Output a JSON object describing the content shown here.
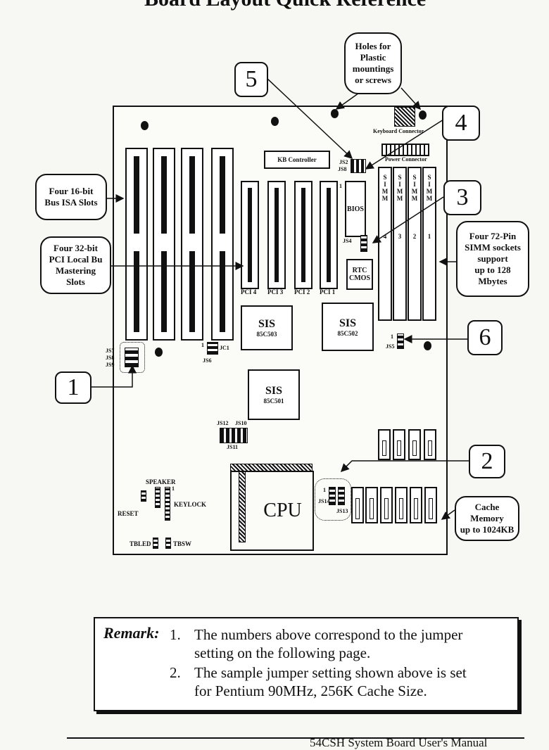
{
  "title": "Board Layout Quick Reference",
  "callouts": {
    "c1": "1",
    "c2": "2",
    "c3": "3",
    "c4": "4",
    "c5": "5",
    "c6": "6"
  },
  "bubbles": {
    "holes": [
      "Holes for",
      "Plastic",
      "mountings",
      "or screws"
    ],
    "isa": [
      "Four 16-bit",
      "Bus ISA Slots"
    ],
    "pci": [
      "Four 32-bit",
      "PCI Local Bu",
      "Mastering",
      "Slots"
    ],
    "simm": [
      "Four 72-Pin",
      "SIMM sockets",
      "support",
      "up to 128",
      "Mbytes"
    ],
    "cache": [
      "Cache",
      "Memory",
      "up to 1024KB"
    ]
  },
  "board": {
    "keyboard_connector": "Keyboard Connector",
    "power_connector": "Power Connector",
    "kb_controller": "KB Controller",
    "bios": "BIOS",
    "rtc_cmos": [
      "RTC",
      "CMOS"
    ],
    "pci_slots": [
      "PCI 4",
      "PCI 3",
      "PCI 2",
      "PCI 1"
    ],
    "simm_letters": [
      "S",
      "I",
      "M",
      "M"
    ],
    "simm_numbers": [
      "4",
      "3",
      "2",
      "1"
    ],
    "sis_503": [
      "SIS",
      "85C503"
    ],
    "sis_502": [
      "SIS",
      "85C502"
    ],
    "sis_501": [
      "SIS",
      "85C501"
    ],
    "cpu": "CPU",
    "jumpers": {
      "js2": "JS2",
      "js8": "JS8",
      "js4": "JS4",
      "js5": "JS5",
      "js7": "JS7",
      "js8b": "JS8",
      "js9": "JS9",
      "jc1": "JC1",
      "js6": "JS6",
      "js12": "JS12",
      "js10": "JS10",
      "js11": "JS11",
      "js14": "JS14",
      "js13": "JS13",
      "pin1": "1"
    },
    "speaker": "SPEAKER",
    "reset": "RESET",
    "keylock": "KEYLOCK",
    "tbled": "TBLED",
    "tbsw": "TBSW"
  },
  "remark": {
    "heading": "Remark:",
    "items": [
      {
        "num": "1.",
        "lines": [
          "The numbers above correspond to the jumper",
          "setting on the following page."
        ]
      },
      {
        "num": "2.",
        "lines": [
          "The sample jumper setting shown above is set",
          "for Pentium 90MHz, 256K Cache Size."
        ]
      }
    ]
  },
  "footer": "54CSH System Board User's Manual"
}
